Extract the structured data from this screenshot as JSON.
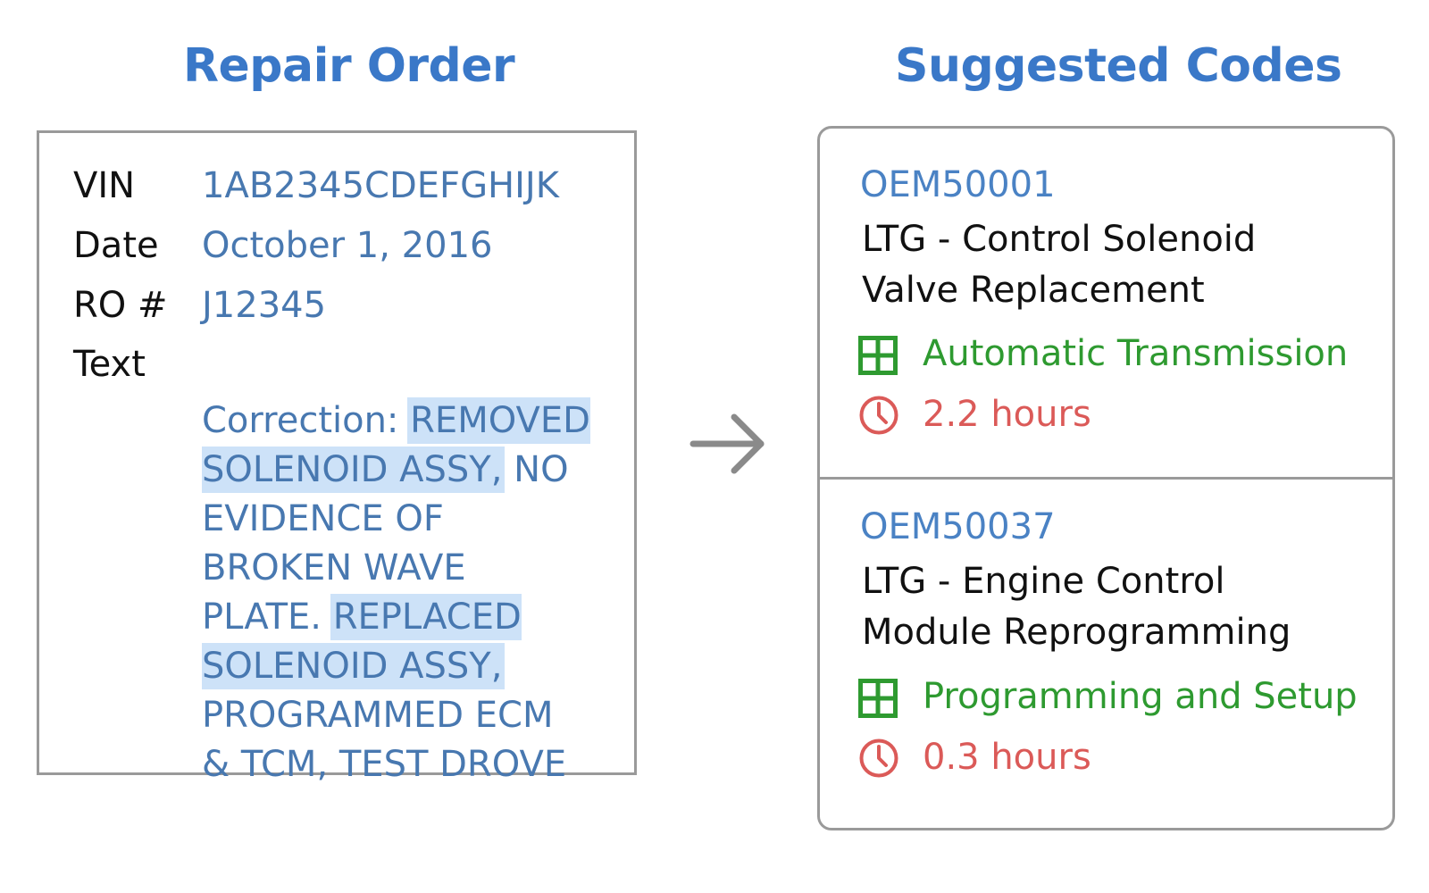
{
  "repair_order": {
    "heading": "Repair Order",
    "vin_label": "VIN",
    "vin_value": "1AB2345CDEFGHIJK",
    "date_label": "Date",
    "date_value": "October 1, 2016",
    "ro_label": "RO #",
    "ro_value": "J12345",
    "text_label": "Text",
    "text_segments": [
      {
        "text": "Correction: ",
        "highlight": false
      },
      {
        "text": "REMOVED\nSOLENOID ASSY,",
        "highlight": true
      },
      {
        "text": " NO\nEVIDENCE OF\nBROKEN WAVE\nPLATE. ",
        "highlight": false
      },
      {
        "text": "REPLACED\nSOLENOID ASSY,",
        "highlight": true
      },
      {
        "text": "\nPROGRAMMED ECM\n& TCM, TEST DROVE",
        "highlight": false
      }
    ]
  },
  "suggested_codes": {
    "heading": "Suggested Codes",
    "items": [
      {
        "code": "OEM50001",
        "description": "LTG - Control Solenoid\nValve Replacement",
        "category": "Automatic Transmission",
        "duration": "2.2 hours"
      },
      {
        "code": "OEM50037",
        "description": "LTG - Engine Control\nModule Reprogramming",
        "category": "Programming and Setup",
        "duration": "0.3 hours"
      }
    ]
  },
  "icons": {
    "category": "grid-icon",
    "duration": "clock-icon",
    "flow": "arrow-right-icon"
  },
  "colors": {
    "heading": "#3a78c8",
    "value_text": "#4878b0",
    "highlight": "#cde2f8",
    "category": "#2e9a30",
    "duration": "#db5a58",
    "border": "#9a9a9a"
  }
}
